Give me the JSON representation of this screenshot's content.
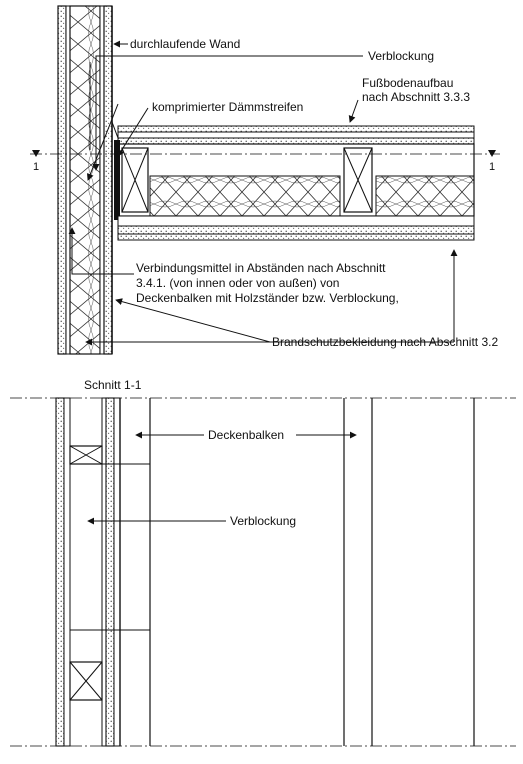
{
  "labels": {
    "wall": "durchlaufende Wand",
    "blocking_top": "Verblockung",
    "floor_line1": "Fußbodenaufbau",
    "floor_line2": "nach Abschnitt 3.3.3",
    "insulation_strip": "komprimierter Dämmstreifen",
    "fastener_line1": "Verbindungsmittel in Abständen nach Abschnitt",
    "fastener_line2": "3.4.1. (von innen oder von außen) von",
    "fastener_line3": "Deckenbalken mit Holzständer bzw. Verblockung,",
    "fire_protection": "Brandschutzbekleidung nach Abschnitt 3.2",
    "section_title": "Schnitt 1-1",
    "joists": "Deckenbalken",
    "blocking_section": "Verblockung",
    "section_mark_left": "1",
    "section_mark_right": "1"
  }
}
